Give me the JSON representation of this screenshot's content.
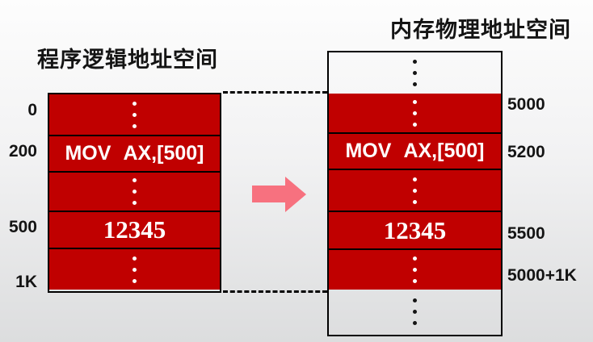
{
  "diagram": {
    "left_panel": {
      "title": "程序逻辑地址空间",
      "address_labels": [
        "0",
        "200",
        "500",
        "1K"
      ],
      "rows": [
        {
          "content": "dots"
        },
        {
          "content": "text",
          "text": "MOV AX,[500]"
        },
        {
          "content": "dots"
        },
        {
          "content": "text",
          "text": "12345"
        },
        {
          "content": "dots"
        }
      ]
    },
    "right_panel": {
      "title": "内存物理地址空间",
      "address_labels": [
        "5000",
        "5200",
        "5500",
        "5000+1K"
      ],
      "rows": [
        {
          "content": "dots",
          "region": "unmapped"
        },
        {
          "content": "dots",
          "region": "mapped"
        },
        {
          "content": "text",
          "text": "MOV AX,[500]",
          "region": "mapped"
        },
        {
          "content": "dots",
          "region": "mapped"
        },
        {
          "content": "text",
          "text": "12345",
          "region": "mapped"
        },
        {
          "content": "dots",
          "region": "mapped"
        },
        {
          "content": "dots",
          "region": "unmapped"
        }
      ]
    },
    "colors": {
      "mapped_red": "#c00000",
      "arrow_pink": "#f7717f",
      "line_black": "#000000"
    }
  }
}
